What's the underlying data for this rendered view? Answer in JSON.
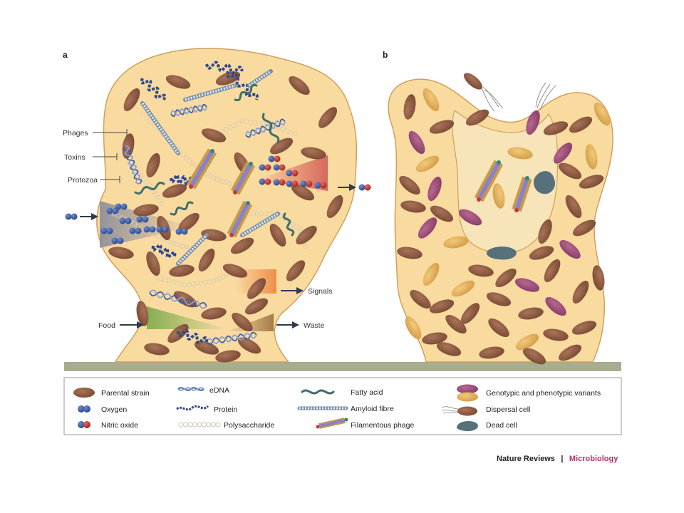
{
  "panels": {
    "a": "a",
    "b": "b"
  },
  "callouts": {
    "phages": "Phages",
    "toxins": "Toxins",
    "protozoa": "Protozoa",
    "food": "Food",
    "signals": "Signals",
    "waste": "Waste"
  },
  "legend": {
    "parental_strain": "Parental strain",
    "oxygen": "Oxygen",
    "nitric_oxide": "Nitric oxide",
    "edna": "eDNA",
    "protein": "Protein",
    "polysaccharide": "Polysaccharide",
    "fatty_acid": "Fatty acid",
    "amyloid_fibre": "Amyloid fibre",
    "filamentous_phage": "Filamentous phage",
    "variants": "Genotypic and phenotypic variants",
    "dispersal_cell": "Dispersal cell",
    "dead_cell": "Dead cell"
  },
  "credit": {
    "journal": "Nature Reviews",
    "separator": "|",
    "section": "Microbiology"
  },
  "colors": {
    "matrix": "#f9dba0",
    "matrix_edge": "#cfa05c",
    "parental_cell": "#8d5a3f",
    "variant_purple": "#9a4f7d",
    "variant_tan": "#e2b25c",
    "oxygen": "#3f5ea8",
    "nitric_red": "#c73a36",
    "fatty_acid": "#3f6f6c",
    "dead_cell": "#56707c",
    "substratum": "#a7ad8f",
    "food_gradient": "#79a94a",
    "signal_gradient": "#ee8a45",
    "waste_gradient": "#9d7240",
    "credit_accent": "#b0336a"
  }
}
